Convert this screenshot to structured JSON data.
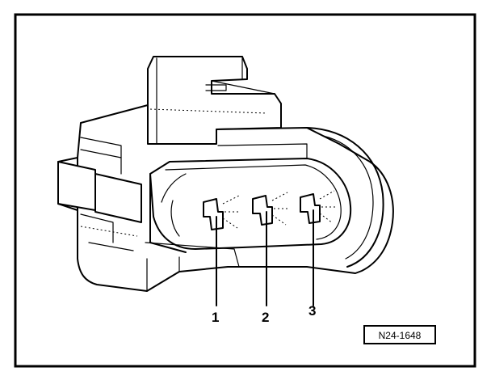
{
  "figure": {
    "callouts": [
      {
        "label": "1"
      },
      {
        "label": "2"
      },
      {
        "label": "3"
      }
    ],
    "reference_code": "N24-1648"
  },
  "colors": {
    "ink": "#000000",
    "paper": "#ffffff"
  }
}
